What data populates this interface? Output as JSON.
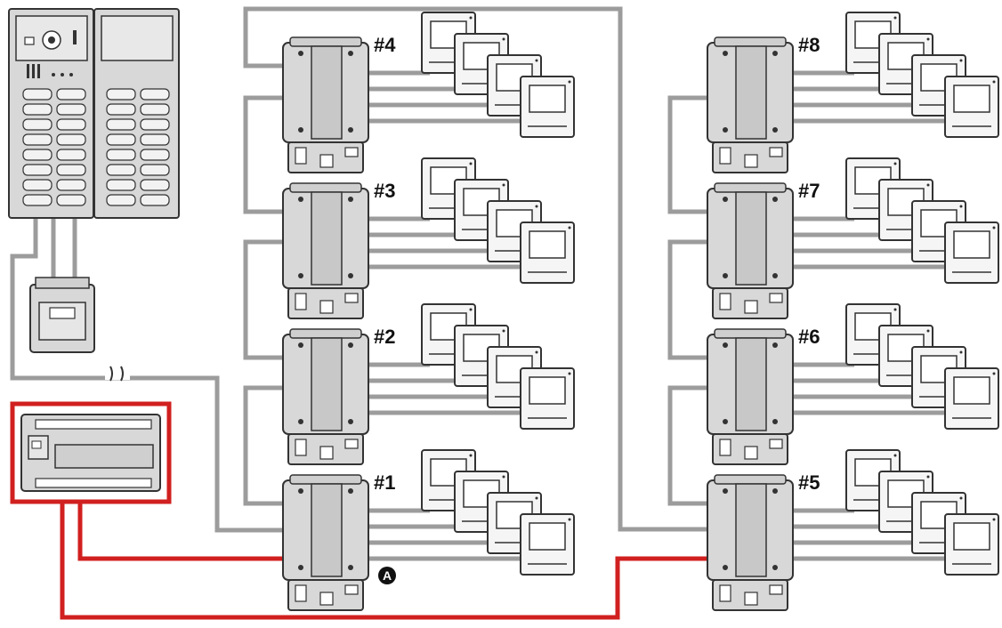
{
  "diagram": {
    "distributors": [
      {
        "label": "#4"
      },
      {
        "label": "#3"
      },
      {
        "label": "#2"
      },
      {
        "label": "#1"
      },
      {
        "label": "#8"
      },
      {
        "label": "#7"
      },
      {
        "label": "#6"
      },
      {
        "label": "#5"
      }
    ],
    "marker": {
      "label": "A"
    },
    "colors": {
      "wire": "#9c9c9c",
      "bus_highlight": "#d0201f",
      "device_fill": "#d8d8d8",
      "device_stroke": "#333333"
    },
    "icons": {
      "outdoor_panel": "entrance-panel-icon",
      "power_supply": "power-supply-icon",
      "controller": "system-controller-icon",
      "distributor": "video-distributor-icon",
      "monitor": "indoor-monitor-icon",
      "cable_break": "cable-break-icon"
    }
  }
}
